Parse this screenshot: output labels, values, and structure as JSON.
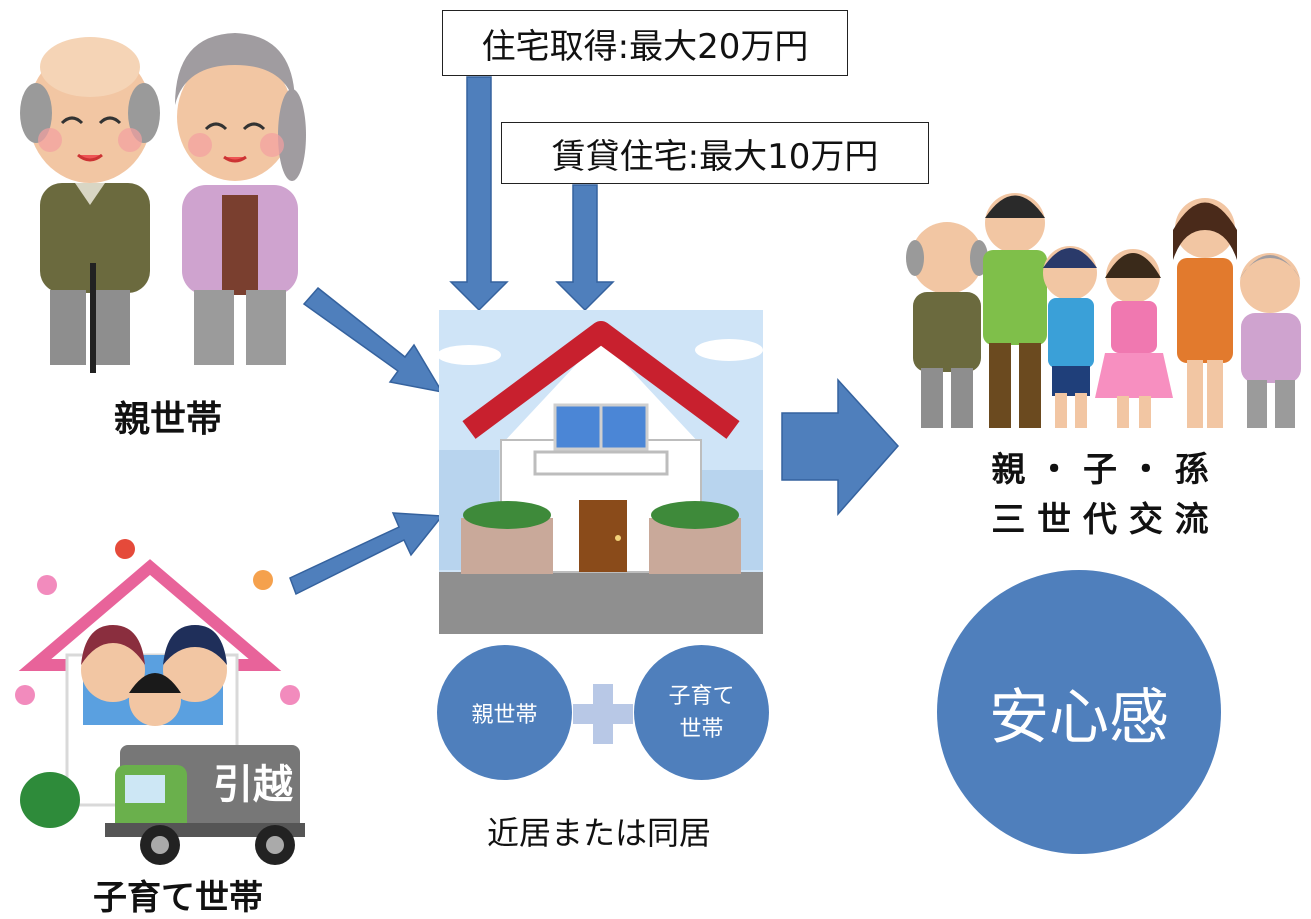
{
  "subsidies": {
    "purchase": "住宅取得:最大20万円",
    "rental": "賃貸住宅:最大10万円"
  },
  "groups": {
    "parents": "親世帯",
    "child_rearing": "子育て世帯"
  },
  "center": {
    "circle_left": "親世帯",
    "circle_right_line1": "子育て",
    "circle_right_line2": "世帯",
    "caption": "近居または同居"
  },
  "result": {
    "line1": "親 ・ 子 ・ 孫",
    "line2": "三 世 代 交 流",
    "outcome": "安心感"
  },
  "truck_sign": "引越",
  "colors": {
    "arrow_blue": "#4f7fbc",
    "roof_red": "#c8202e",
    "plus_light_blue": "#b8c8e6"
  }
}
